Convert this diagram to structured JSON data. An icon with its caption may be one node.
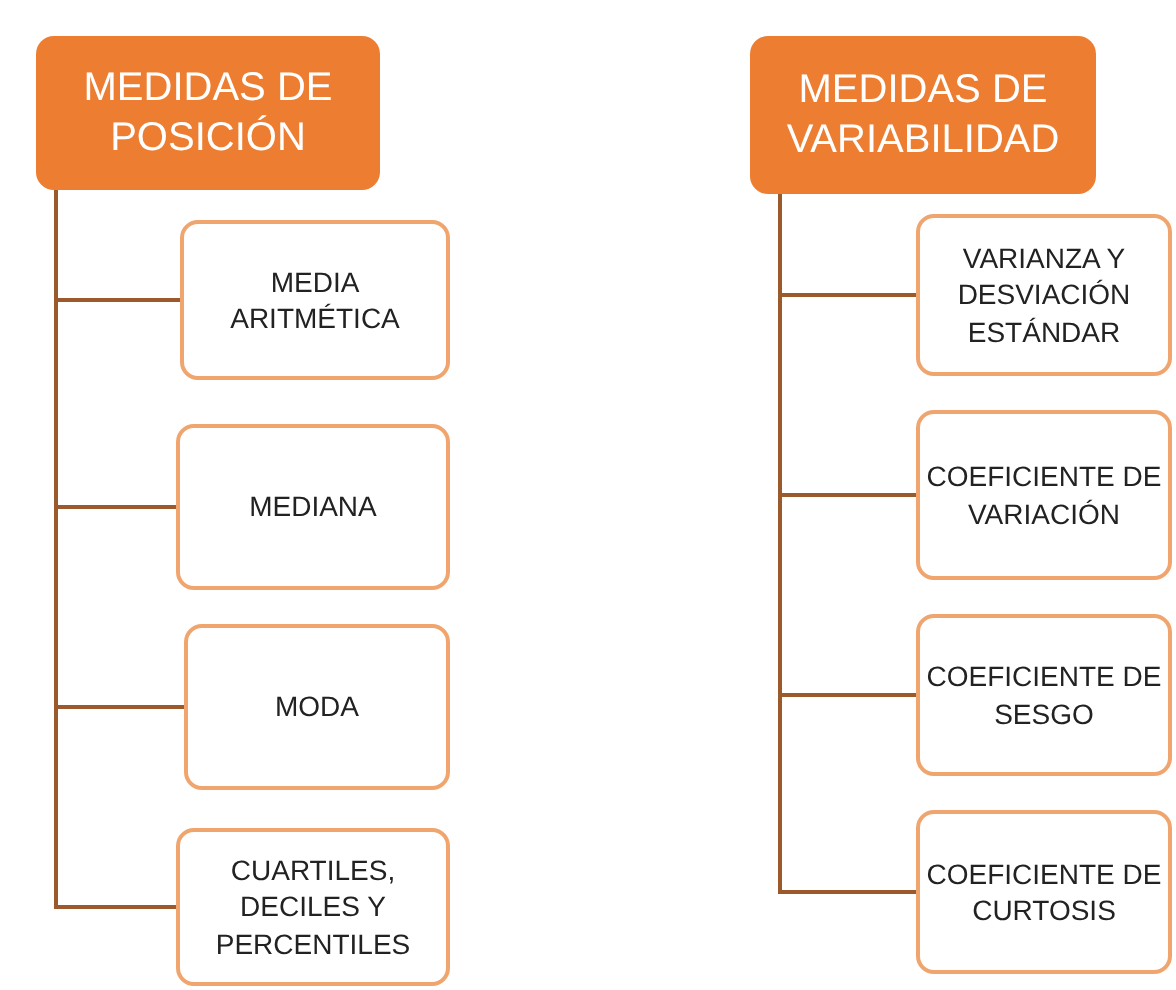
{
  "diagram": {
    "nodes": [
      {
        "text": [
          "MEDIDAS DE POSICIÓN"
        ]
      },
      {
        "text": [
          "MEDIA ARITMÉTICA"
        ]
      },
      {
        "text": [
          "MEDIANA"
        ]
      },
      {
        "text": [
          "MODA"
        ]
      },
      {
        "text": [
          "CUARTILES, DECILES Y PERCENTILES"
        ]
      },
      {
        "text": [
          "MEDIDAS DE VARIABILIDAD"
        ]
      },
      {
        "text": [
          "VARIANZA Y DESVIACIÓN ESTÁNDAR"
        ]
      },
      {
        "text": [
          "COEFICIENTE DE VARIACIÓN"
        ]
      },
      {
        "text": [
          "COEFICIENTE DE SESGO"
        ]
      },
      {
        "text": [
          "COEFICIENTE DE CURTOSIS"
        ]
      }
    ],
    "edges": [
      {
        "from": 0,
        "to": 1,
        "arrow": "none"
      },
      {
        "from": 0,
        "to": 2,
        "arrow": "none"
      },
      {
        "from": 0,
        "to": 3,
        "arrow": "none"
      },
      {
        "from": 0,
        "to": 4,
        "arrow": "none"
      },
      {
        "from": 5,
        "to": 6,
        "arrow": "none"
      },
      {
        "from": 5,
        "to": 7,
        "arrow": "none"
      },
      {
        "from": 5,
        "to": 8,
        "arrow": "none"
      },
      {
        "from": 5,
        "to": 9,
        "arrow": "none"
      }
    ]
  }
}
